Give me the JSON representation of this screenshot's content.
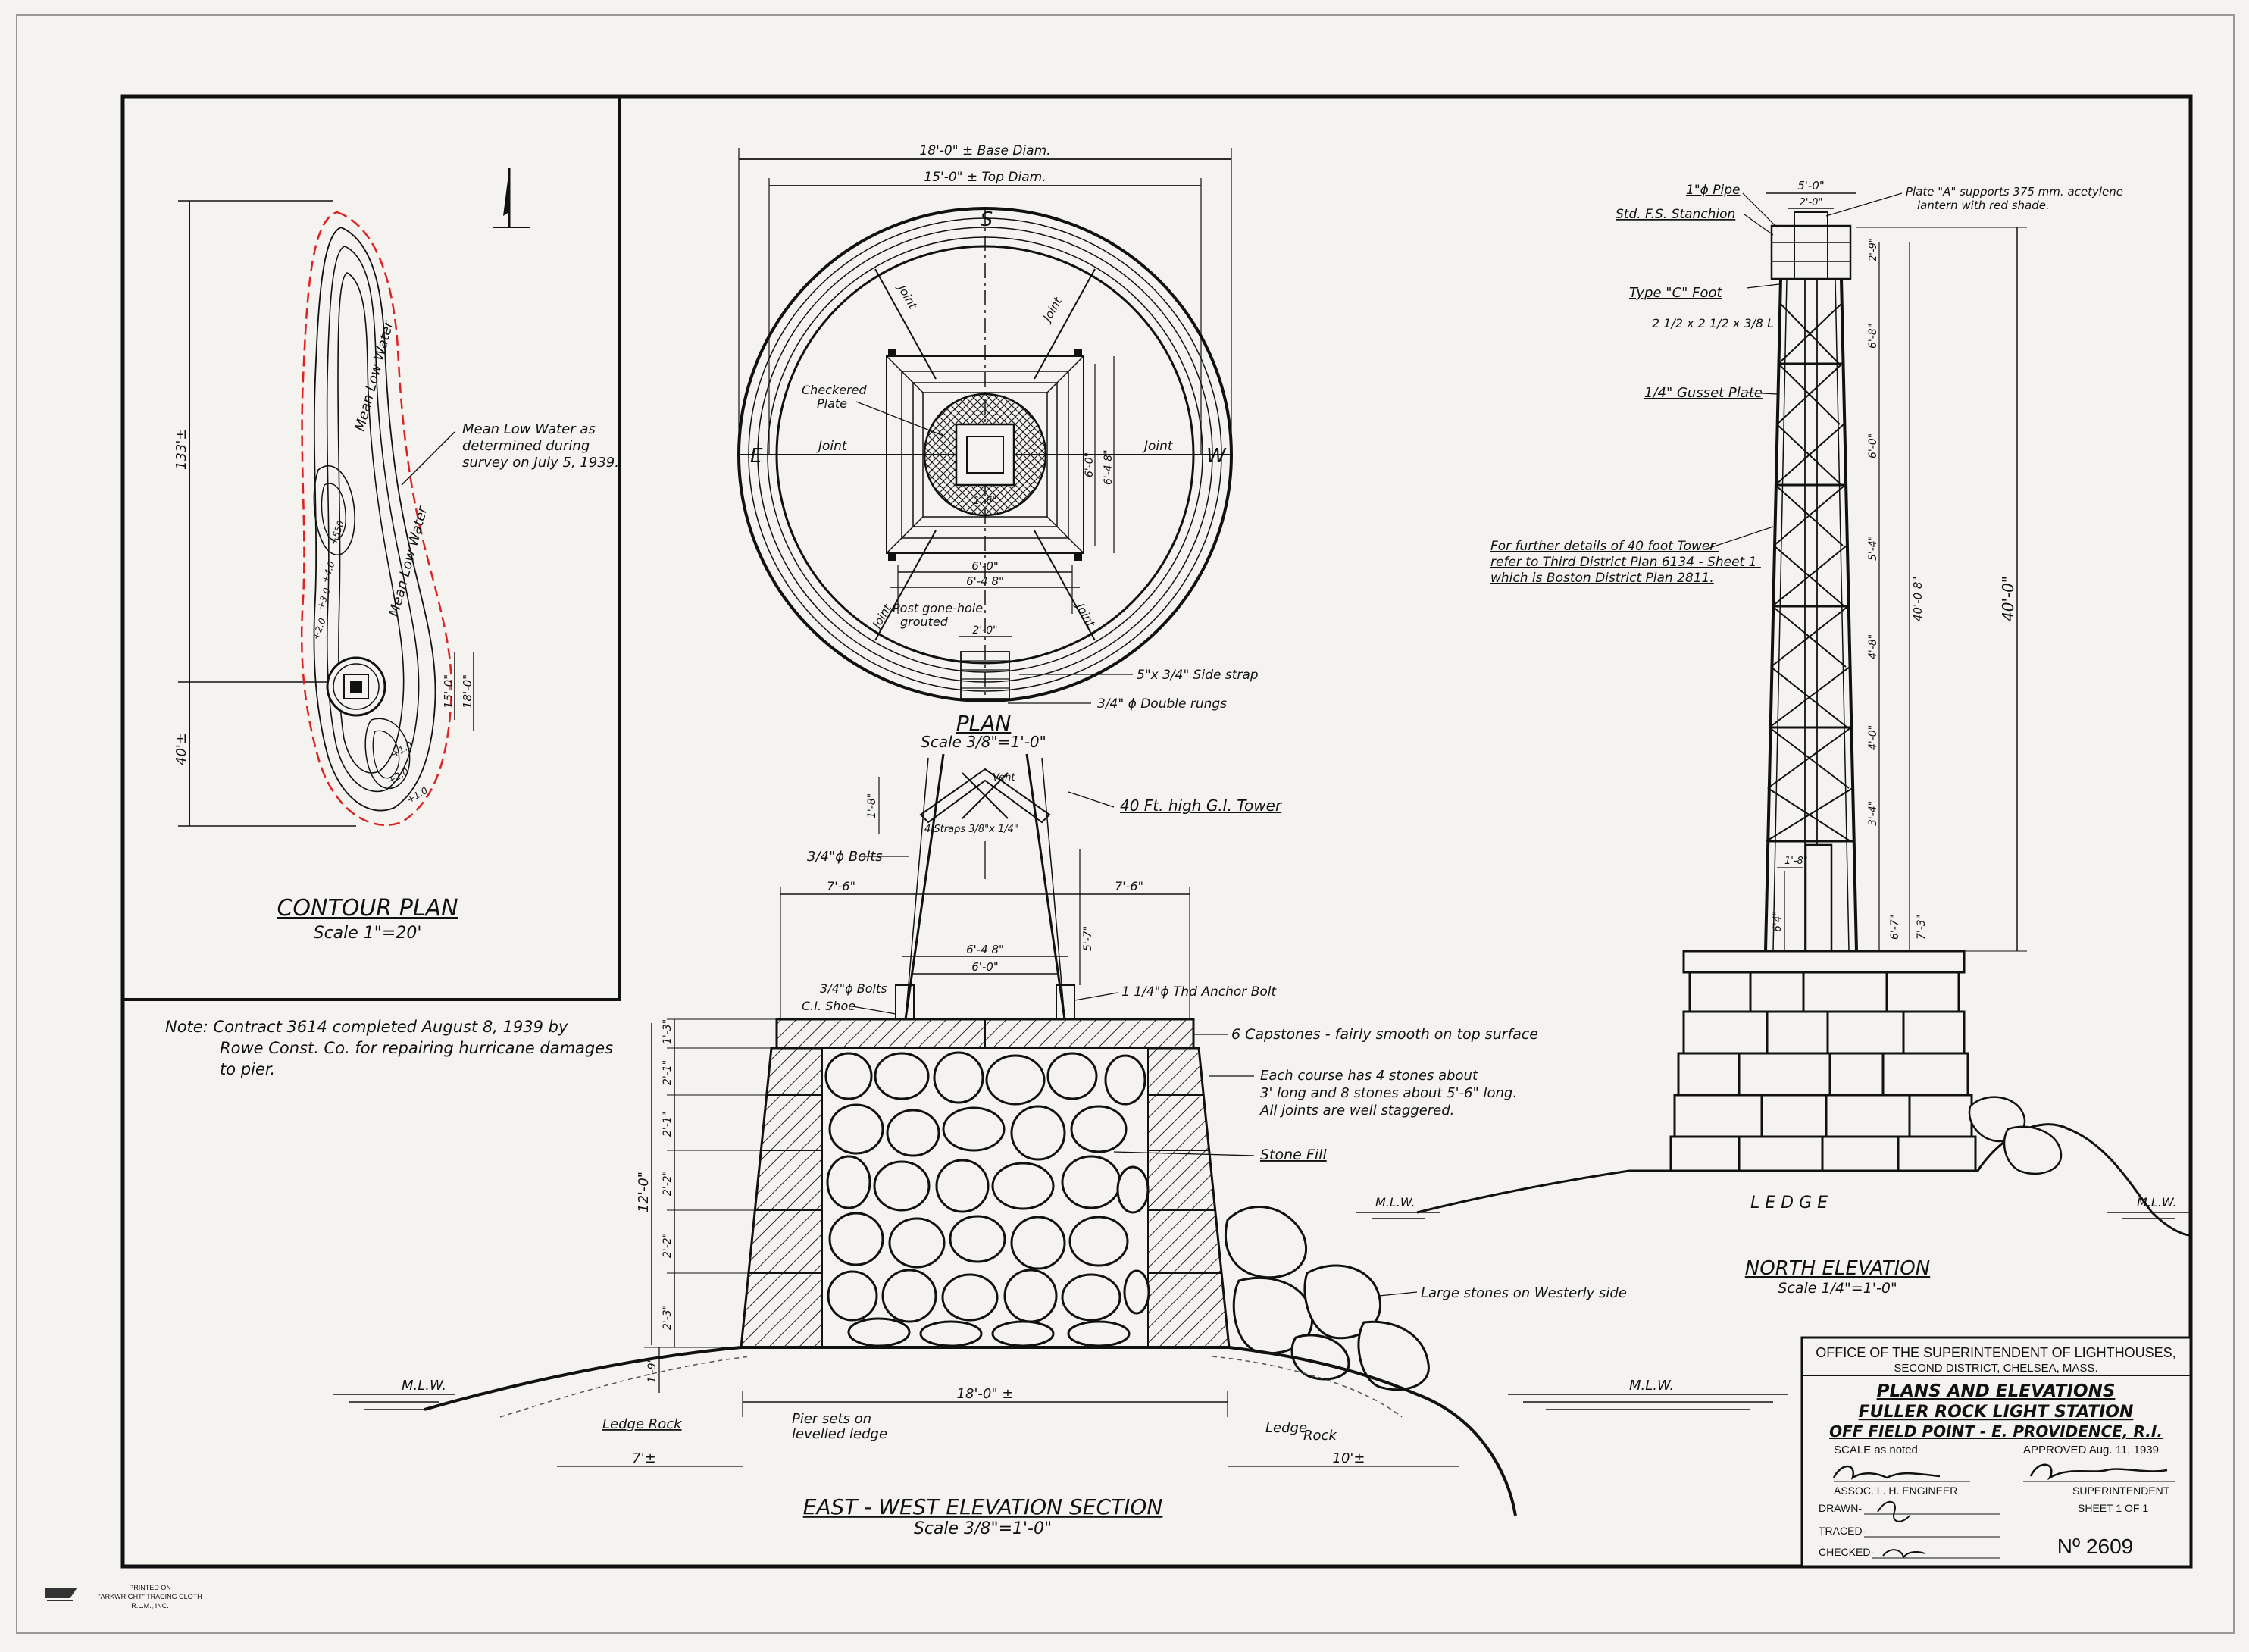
{
  "contour_plan": {
    "title": "CONTOUR PLAN",
    "scale": "Scale 1\"=20'",
    "dims": {
      "overall": "133'±",
      "lower": "40'±",
      "d15": "15'-0\"",
      "d18": "18'-0\""
    },
    "labels": {
      "mlw1": "Mean Low Water",
      "mlw2": "Mean Low Water"
    },
    "note_lines": [
      "Mean Low Water as",
      "determined during",
      "survey on July 5, 1939."
    ],
    "contours": [
      "+550",
      "+4.0",
      "+3.0",
      "+2.0",
      "+1.0",
      "+2.0",
      "+1.0"
    ]
  },
  "note": {
    "lines": [
      "Note: Contract 3614 completed August 8, 1939 by",
      "Rowe Const. Co. for repairing hurricane damages",
      "to pier."
    ]
  },
  "plan": {
    "title": "PLAN",
    "scale": "Scale 3/8\"=1'-0\"",
    "dims": {
      "base": "18'-0\" ± Base Diam.",
      "top": "15'-0\" ± Top Diam.",
      "six": "6'-0\"",
      "six48": "6'-4 8\"",
      "two": "2'-0\"",
      "one6": "1'-6\"",
      "v6": "6'-0\"",
      "v648": "6'-4 8\""
    },
    "compass": {
      "s": "S",
      "e": "E",
      "w": "W"
    },
    "labels": {
      "joint": "Joint",
      "checkered1": "Checkered",
      "checkered2": "Plate",
      "post1": "Post gone-hole",
      "post2": "grouted",
      "side_strap": "5\"x 3/4\" Side strap",
      "rungs": "3/4\" ɸ Double rungs"
    }
  },
  "elevation": {
    "title": "EAST - WEST ELEVATION SECTION",
    "scale": "Scale 3/8\"=1'-0\"",
    "labels": {
      "tower": "40 Ft. high G.I. Tower",
      "bolts1": "3/4\"ɸ Bolts",
      "bolts2": "3/4\"ɸ Bolts",
      "shoe": "C.I. Shoe",
      "anchor": "1 1/4\"ɸ Thd Anchor Bolt",
      "capstones": "6 Capstones - fairly smooth on top surface",
      "course1": "Each course has 4 stones about",
      "course2": "3' long and 8 stones about 5'-6\" long.",
      "course3": "All joints are well staggered.",
      "stonefill": "Stone Fill",
      "large": "Large stones on Westerly side",
      "mlw": "M.L.W.",
      "ledge": "Ledge Rock",
      "ledge2a": "Ledge",
      "ledge2b": "Rock",
      "pier1": "Pier sets on",
      "pier2": "levelled ledge",
      "straps": "4 Straps 3/8\"x 1/4\"",
      "vent": "Vent"
    },
    "dims": {
      "h12": "12'-0\"",
      "c13": "1'-3\"",
      "c21a": "2'-1\"",
      "c21b": "2'-1\"",
      "c22": "2'-2\"",
      "c22b": "2'-2\"",
      "c23": "2'-3\"",
      "c19": "1'-9\"",
      "w76a": "7'-6\"",
      "w76b": "7'-6\"",
      "w648": "6'-4 8\"",
      "w60": "6'-0\"",
      "base18": "18'-0\" ±",
      "left7": "7'±",
      "right10": "10'±",
      "h18": "1'-8\"",
      "h57": "5'-7\""
    }
  },
  "north": {
    "title": "NORTH ELEVATION",
    "scale": "Scale 1/4\"=1'-0\"",
    "labels": {
      "pipe": "1\"ɸ Pipe",
      "stanchion": "Std. F.S. Stanchion",
      "plate_a1": "Plate \"A\" supports 375 mm. acetylene",
      "plate_a2": "lantern with red shade.",
      "foot": "Type \"C\" Foot",
      "foot_size": "2 1/2 x 2 1/2 x 3/8 L",
      "gusset": "1/4\" Gusset Plate",
      "details1": "For further details of 40 foot Tower",
      "details2": "refer to Third District Plan 6134 - Sheet 1",
      "details3": "which is Boston District Plan 2811.",
      "ledge": "L E D G E",
      "mlw": "M.L.W."
    },
    "dims": {
      "w50": "5'-0\"",
      "w20": "2'-0\"",
      "h40": "40'-0\"",
      "h4008": "40'-0 8\"",
      "s68": "6'-8\"",
      "s60": "6'-0\"",
      "s54": "5'-4\"",
      "s48": "4'-8\"",
      "s40": "4'-0\"",
      "s34": "3'-4\"",
      "s29": "2'-9\"",
      "s64": "6'4\"",
      "s67": "6'-7\"",
      "s73": "7'-3\"",
      "s18": "1'-8\""
    }
  },
  "title_block": {
    "office1": "OFFICE OF THE SUPERINTENDENT OF LIGHTHOUSES,",
    "office2": "SECOND DISTRICT, CHELSEA, MASS.",
    "t1": "PLANS AND ELEVATIONS",
    "t2": "FULLER ROCK LIGHT STATION",
    "t3": "OFF FIELD POINT - E. PROVIDENCE, R.I.",
    "scale": "SCALE as noted",
    "approved": "APPROVED Aug. 11, 1939",
    "assoc": "ASSOC. L. H. ENGINEER",
    "superintendent": "SUPERINTENDENT",
    "drawn": "DRAWN-",
    "traced": "TRACED-",
    "checked": "CHECKED-",
    "sheet": "SHEET 1 OF 1",
    "number": "Nº 2609"
  },
  "printer": {
    "l1": "PRINTED ON",
    "l2": "\"ARKWRIGHT\" TRACING CLOTH",
    "l3": "R.L.M., INC."
  }
}
